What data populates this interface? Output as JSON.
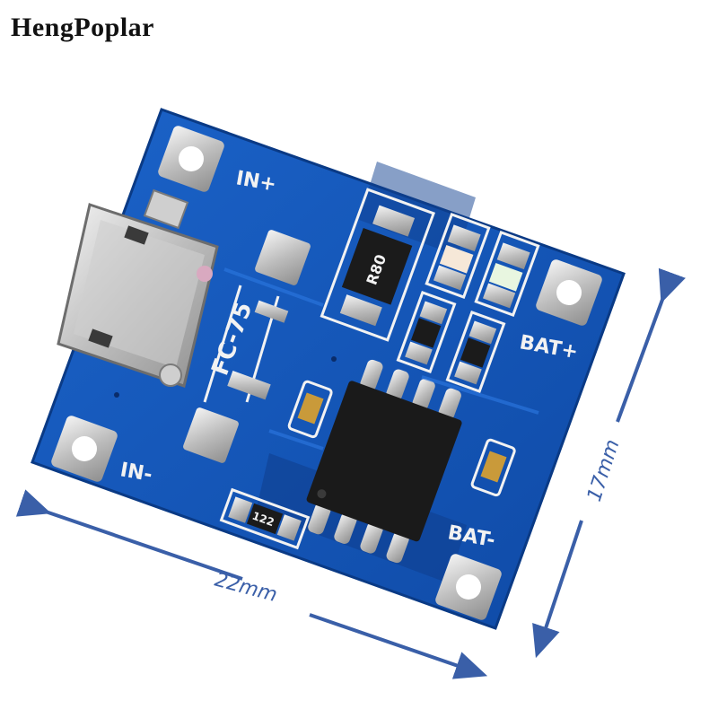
{
  "brand": "HengPoplar",
  "pcb": {
    "labels": {
      "in_plus": "IN+",
      "in_minus": "IN-",
      "bat_plus": "BAT+",
      "bat_minus": "BAT-",
      "board_code": "FC-75"
    },
    "resistor_main_code": "R80",
    "resistor_small_code": "122",
    "colors": {
      "board": "#1657b8",
      "board_dark": "#0f3f8f",
      "pad_silver": "#d6d6d6",
      "silk": "#f2f2f2",
      "chip": "#1a1a1a"
    }
  },
  "dimensions": {
    "width_label": "22mm",
    "height_label": "17mm",
    "arrow_color": "#3a5fa8"
  }
}
